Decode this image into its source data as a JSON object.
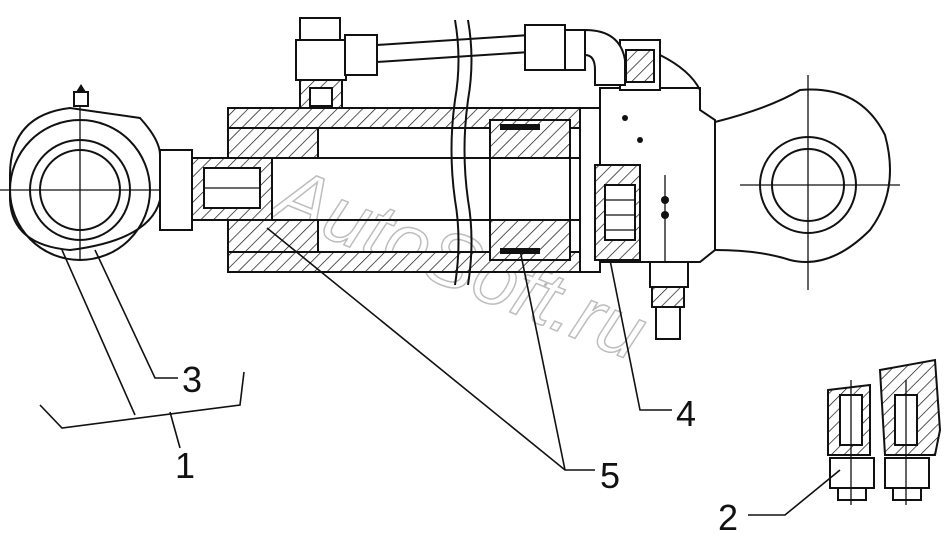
{
  "watermark": "AutoSoft.ru",
  "callouts": {
    "c1": "1",
    "c2": "2",
    "c3": "3",
    "c4": "4",
    "c5": "5"
  },
  "colors": {
    "line": "#111111",
    "background": "#ffffff",
    "watermark": "#bdbdbd"
  }
}
